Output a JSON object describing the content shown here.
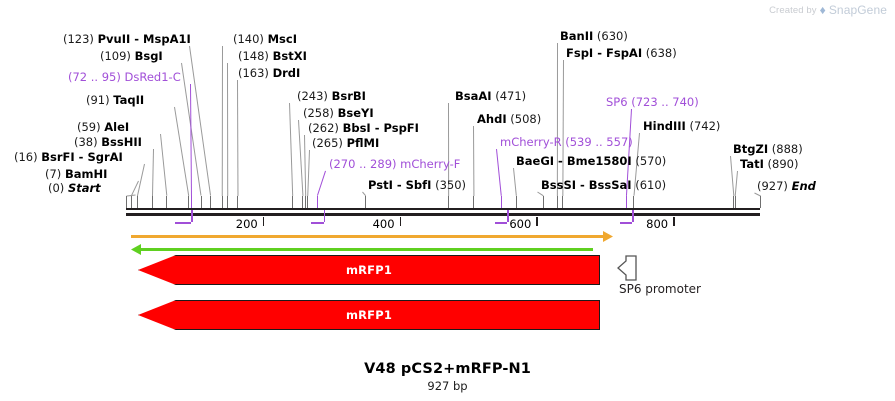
{
  "watermark": {
    "prefix": "Created by",
    "brand": "SnapGene"
  },
  "plasmid": {
    "title": "V48 pCS2+mRFP-N1",
    "length_label": "927 bp",
    "length_bp": 927
  },
  "ruler": {
    "ticks": [
      {
        "label": "200",
        "value": 200
      },
      {
        "label": "400",
        "value": 400
      },
      {
        "label": "600",
        "value": 600
      },
      {
        "label": "800",
        "value": 800
      }
    ]
  },
  "sites": [
    {
      "name": "Start",
      "pos": "(0)",
      "value": 0,
      "kind": "marker",
      "italic": true
    },
    {
      "name": "BamHI",
      "pos": "(7)",
      "value": 7,
      "kind": "enzyme"
    },
    {
      "name": "BsrFI - SgrAI",
      "pos": "(16)",
      "value": 16,
      "kind": "enzyme"
    },
    {
      "name": "BssHII",
      "pos": "(38)",
      "value": 38,
      "kind": "enzyme"
    },
    {
      "name": "AleI",
      "pos": "(59)",
      "value": 59,
      "kind": "enzyme"
    },
    {
      "name": "TaqII",
      "pos": "(91)",
      "value": 91,
      "kind": "enzyme"
    },
    {
      "name": "DsRed1-C",
      "pos": "(72 .. 95)",
      "value": 83,
      "kind": "feature"
    },
    {
      "name": "BsgI",
      "pos": "(109)",
      "value": 109,
      "kind": "enzyme"
    },
    {
      "name": "PvuII - MspA1I",
      "pos": "(123)",
      "value": 123,
      "kind": "enzyme"
    },
    {
      "name": "MscI",
      "pos": "(140)",
      "value": 140,
      "kind": "enzyme"
    },
    {
      "name": "BstXI",
      "pos": "(148)",
      "value": 148,
      "kind": "enzyme"
    },
    {
      "name": "DrdI",
      "pos": "(163)",
      "value": 163,
      "kind": "enzyme"
    },
    {
      "name": "BsrBI",
      "pos": "(243)",
      "value": 243,
      "kind": "enzyme"
    },
    {
      "name": "BseYI",
      "pos": "(258)",
      "value": 258,
      "kind": "enzyme"
    },
    {
      "name": "BbsI - PspFI",
      "pos": "(262)",
      "value": 262,
      "kind": "enzyme"
    },
    {
      "name": "PflMI",
      "pos": "(265)",
      "value": 265,
      "kind": "enzyme"
    },
    {
      "name": "mCherry-F",
      "pos": "(270 .. 289)",
      "value": 279,
      "kind": "feature"
    },
    {
      "name": "PstI - SbfI",
      "pos": "(350)",
      "value": 350,
      "kind": "enzyme"
    },
    {
      "name": "BsaAI",
      "pos": "(471)",
      "value": 471,
      "kind": "enzyme"
    },
    {
      "name": "AhdI",
      "pos": "(508)",
      "value": 508,
      "kind": "enzyme"
    },
    {
      "name": "mCherry-R",
      "pos": "(539 .. 557)",
      "value": 548,
      "kind": "feature"
    },
    {
      "name": "BaeGI - Bme1580I",
      "pos": "(570)",
      "value": 570,
      "kind": "enzyme"
    },
    {
      "name": "BssSI - BssSaI",
      "pos": "(610)",
      "value": 610,
      "kind": "enzyme"
    },
    {
      "name": "BanII",
      "pos": "(630)",
      "value": 630,
      "kind": "enzyme"
    },
    {
      "name": "FspI - FspAI",
      "pos": "(638)",
      "value": 638,
      "kind": "enzyme"
    },
    {
      "name": "SP6",
      "pos": "(723 .. 740)",
      "value": 731,
      "kind": "feature"
    },
    {
      "name": "HindIII",
      "pos": "(742)",
      "value": 742,
      "kind": "enzyme"
    },
    {
      "name": "BtgZI",
      "pos": "(888)",
      "value": 888,
      "kind": "enzyme"
    },
    {
      "name": "TatI",
      "pos": "(890)",
      "value": 890,
      "kind": "enzyme"
    },
    {
      "name": "End",
      "pos": "(927)",
      "value": 927,
      "kind": "marker",
      "italic": true
    }
  ],
  "orfs": [
    {
      "name": "orf-forward",
      "color": "#f0a830",
      "direction": "right"
    },
    {
      "name": "orf-reverse",
      "color": "#5fd020",
      "direction": "left"
    }
  ],
  "genes": [
    {
      "name": "mRFP1",
      "color": "#ff0000",
      "direction": "left"
    },
    {
      "name": "mRFP1",
      "color": "#ff0000",
      "direction": "left"
    }
  ],
  "promoter": {
    "name": "SP6 promoter",
    "direction": "left"
  },
  "colors": {
    "enzyme_text": "#000000",
    "feature_text": "#a14fd8",
    "backbone": "#231f20",
    "gene_red": "#ff0000",
    "orf_orange": "#f0a830",
    "orf_green": "#5fd020"
  }
}
